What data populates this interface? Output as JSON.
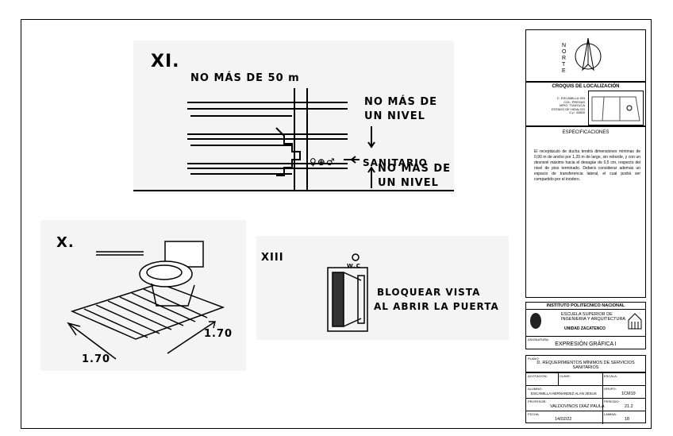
{
  "sketch_xi": {
    "label": "XI.",
    "note_top": "NO MÁS DE 50 m",
    "note_right_1": "NO MÁS DE",
    "note_right_2": "UN NIVEL",
    "note_mid": "SANITARIO",
    "note_bottom_1": "NO MÁS DE",
    "note_bottom_2": "UN NIVEL",
    "glyphs": "♀⊕♂"
  },
  "sketch_x": {
    "label": "X.",
    "dim_left": "1.70",
    "dim_right": "1.70"
  },
  "sketch_xiii": {
    "label": "XIII",
    "wc": "W.C",
    "note_1": "BLOQUEAR VISTA",
    "note_2": "AL ABRIR LA PUERTA"
  },
  "titleblock": {
    "north": [
      "N",
      "O",
      "R",
      "T",
      "E"
    ],
    "croquis_title": "CROQUIS DE LOCALIZACIÓN",
    "address": [
      "C. ESCAMILLA S/N",
      "COL. PRESAS",
      "MPIO. TIZAYUCA",
      "ESTADO DE HIDALGO",
      "C.p. 43800"
    ],
    "espec_title": "ESPECIFICACIONES",
    "espec_text": "El receptáculo de ducha tendrá dimensiones mínimas de 0,90 m de ancho por 1,20 m de largo, sin reborde, y con un desnivel máximo hacia el desagüe de 0,5 cm, respecto del nivel de piso terminado. Deberá considerar además un espacio de transferencia lateral, el cual podrá ser compartido por el inodoro.",
    "ipn": "INSTITUTO POLITECNICO NACIONAL",
    "school_1": "ESCUELA SUPERIOR DE",
    "school_2": "INGENIERIA Y ARQUITECTURA",
    "unidad": "UNIDAD ZACATENCO",
    "asignatura_lbl": "ASIGNATURA:",
    "asignatura": "EXPRESIÓN GRÁFICA I",
    "plano_lbl": "PLANO:",
    "plano_1": "D. REQUERIMIENTOS MÍNIMOS DE SERVICIOS",
    "plano_2": "SANITARIOS",
    "acot_lbl": "ACOTACIÓN:",
    "clave_lbl": "CLAVE:",
    "escala_lbl": "ESCALA:",
    "alumno_lbl": "ALUMNO:",
    "alumno": "ESCAMILLA HERNANDEZ ALAN JESUS",
    "grupo_lbl": "GRUPO:",
    "grupo": "1CM19",
    "profesor_lbl": "PROFESOR:",
    "profesor": "VALDOVINOS DIAZ PAULA",
    "periodo_lbl": "PERIODO:",
    "periodo": "21.2",
    "fecha_lbl": "FECHA:",
    "fecha": "14/02/22",
    "lamina_lbl": "LAMINA:",
    "lamina": "18"
  }
}
